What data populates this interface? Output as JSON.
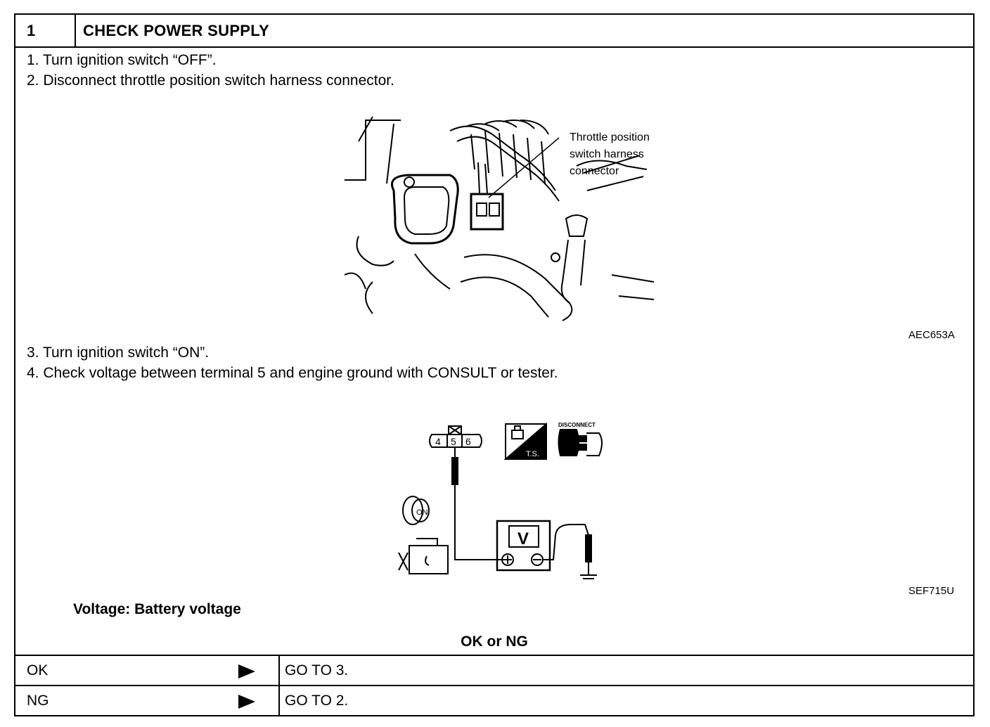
{
  "header": {
    "step_number": "1",
    "title": "CHECK POWER SUPPLY"
  },
  "steps_before": [
    "1.  Turn ignition switch “OFF”.",
    "2.  Disconnect throttle position switch harness connector."
  ],
  "figure1": {
    "callout_lines": [
      "Throttle position",
      "switch harness",
      "connector"
    ],
    "code": "AEC653A"
  },
  "steps_after": [
    "3.  Turn ignition switch “ON”.",
    "4.  Check voltage between terminal 5 and engine ground with CONSULT or tester."
  ],
  "figure2": {
    "terminals": [
      "4",
      "5",
      "6"
    ],
    "ts_label": "T.S.",
    "disconnect_label": "DISCONNECT",
    "key_label": "ON",
    "meter_label": "V",
    "code": "SEF715U"
  },
  "spec": "Voltage: Battery voltage",
  "judgement": "OK or NG",
  "results": [
    {
      "label": "OK",
      "action": "GO TO 3."
    },
    {
      "label": "NG",
      "action": "GO TO 2."
    }
  ]
}
